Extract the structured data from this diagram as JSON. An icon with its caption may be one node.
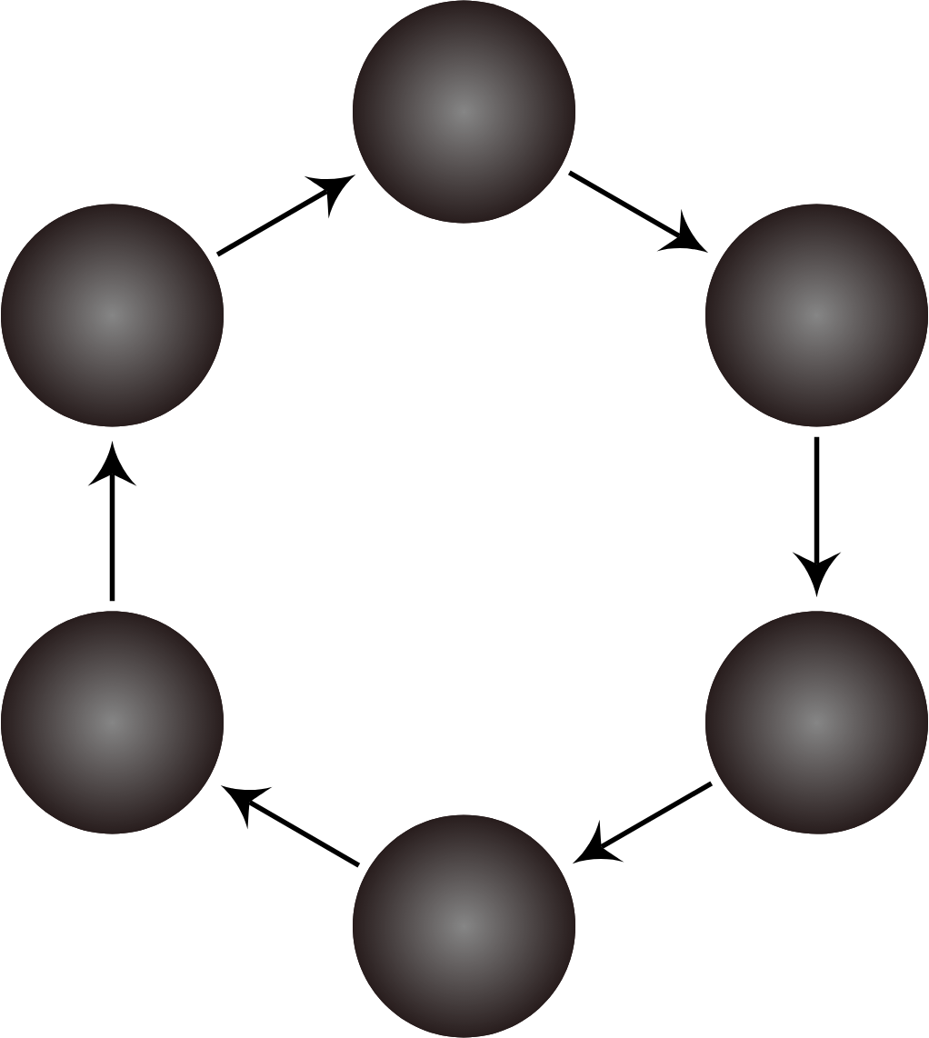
{
  "diagram": {
    "nodes": [
      {
        "text": [],
        "shape": "circle"
      },
      {
        "text": [],
        "shape": "circle"
      },
      {
        "text": [],
        "shape": "circle"
      },
      {
        "text": [],
        "shape": "circle"
      },
      {
        "text": [],
        "shape": "circle"
      },
      {
        "text": [],
        "shape": "circle"
      }
    ],
    "edges": [
      {
        "from": 1,
        "to": 0,
        "arrow": "to"
      },
      {
        "from": 0,
        "to": 2,
        "arrow": "to"
      },
      {
        "from": 2,
        "to": 4,
        "arrow": "to"
      },
      {
        "from": 4,
        "to": 5,
        "arrow": "to"
      },
      {
        "from": 5,
        "to": 3,
        "arrow": "to"
      },
      {
        "from": 3,
        "to": 1,
        "arrow": "to"
      }
    ]
  }
}
